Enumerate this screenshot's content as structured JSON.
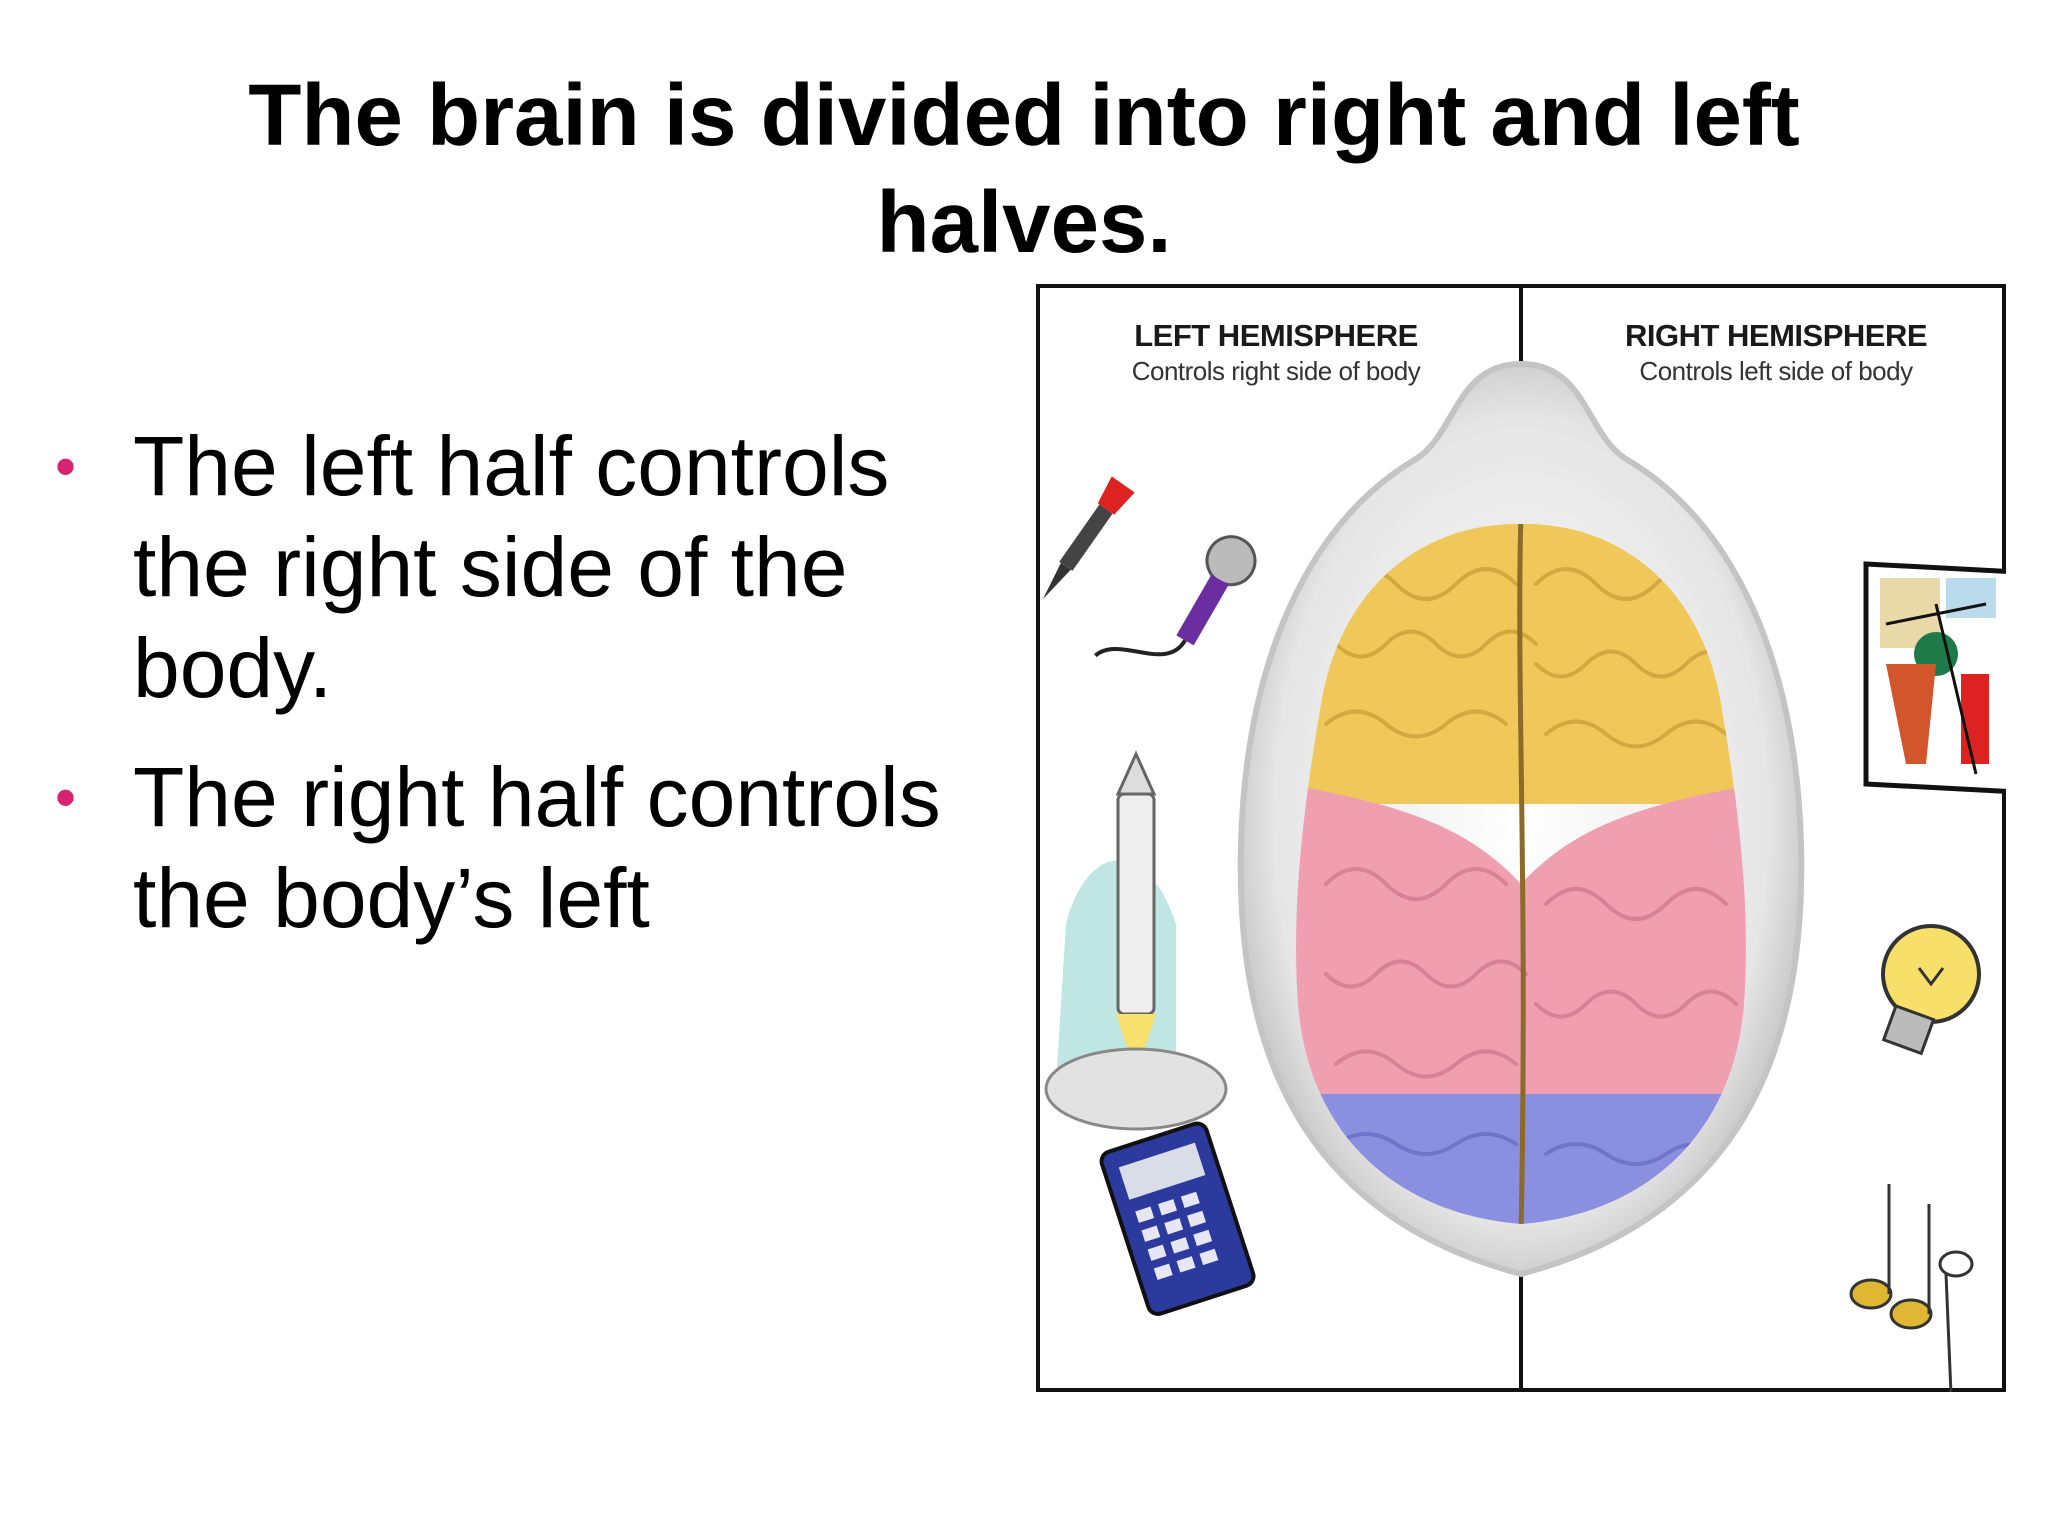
{
  "slide": {
    "title": "The brain is divided into right and left halves.",
    "bullets": [
      "The left half controls the right side of the body.",
      "The right half controls the body’s left"
    ]
  },
  "figure": {
    "left_heading": "LEFT HEMISPHERE",
    "left_sub": "Controls right side of body",
    "right_heading": "RIGHT HEMISPHERE",
    "right_sub": "Controls left side of body",
    "icons": [
      "paintbrush-icon",
      "microphone-icon",
      "rocket-icon",
      "calculator-icon",
      "painting-icon",
      "lightbulb-icon",
      "music-notes-icon"
    ],
    "colors": {
      "frontal": "#f0c85a",
      "parietal": "#ef9fb0",
      "occipital": "#8a8fe0",
      "bullet": "#d6246e"
    }
  }
}
